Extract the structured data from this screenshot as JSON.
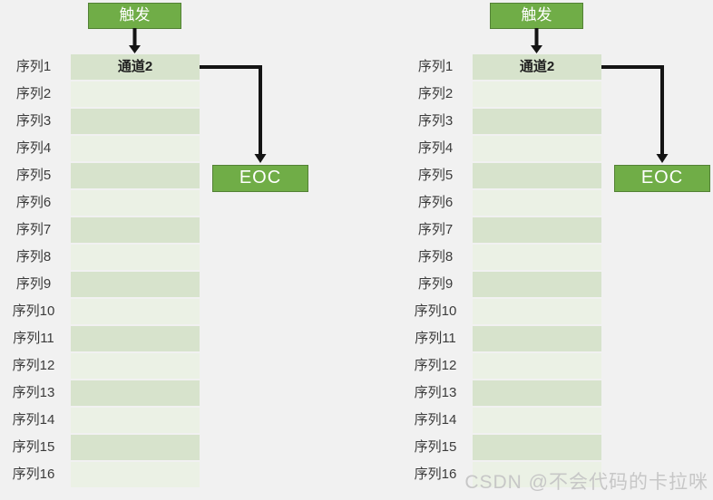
{
  "colors": {
    "box_green": "#70ad47",
    "box_border": "#538135",
    "row_dark": "#d7e3cc",
    "row_light": "#ebf1e5",
    "arrow": "#141414",
    "label_text": "#3b3b3b",
    "cell_text": "#1f1f1f",
    "watermark": "#c7c7c7",
    "page_bg": "#f1f1f1"
  },
  "diagrams": [
    {
      "trigger_label": "触发",
      "channel_label": "通道2",
      "eoc_label": "EOC",
      "rows": [
        "序列1",
        "序列2",
        "序列3",
        "序列4",
        "序列5",
        "序列6",
        "序列7",
        "序列8",
        "序列9",
        "序列10",
        "序列11",
        "序列12",
        "序列13",
        "序列14",
        "序列15",
        "序列16"
      ]
    },
    {
      "trigger_label": "触发",
      "channel_label": "通道2",
      "eoc_label": "EOC",
      "rows": [
        "序列1",
        "序列2",
        "序列3",
        "序列4",
        "序列5",
        "序列6",
        "序列7",
        "序列8",
        "序列9",
        "序列10",
        "序列11",
        "序列12",
        "序列13",
        "序列14",
        "序列15",
        "序列16"
      ]
    }
  ],
  "watermark": {
    "text": "CSDN @不会代码的卡拉咪"
  }
}
